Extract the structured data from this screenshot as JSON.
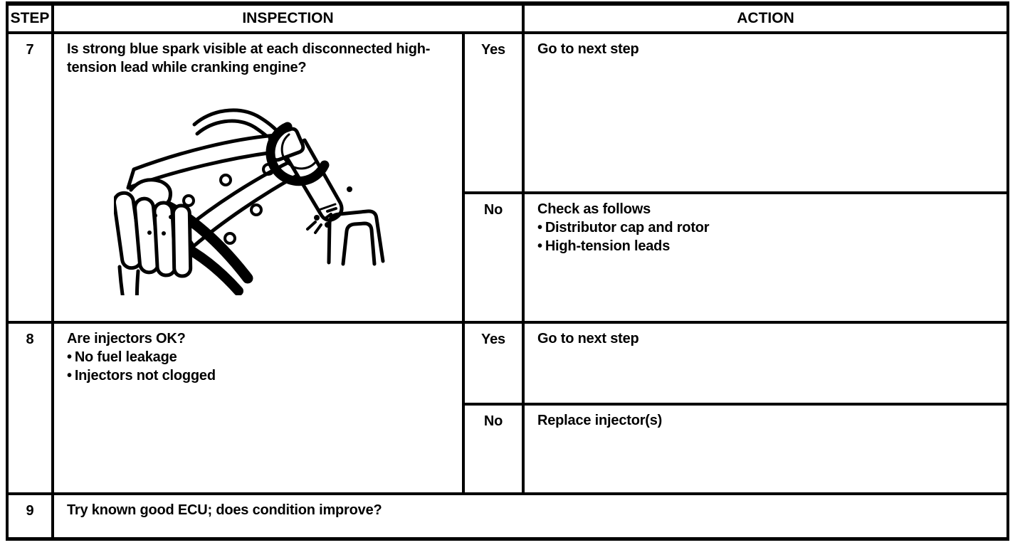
{
  "meta": {
    "bullet_char": "•"
  },
  "table": {
    "headers": {
      "step": "STEP",
      "inspection": "INSPECTION",
      "action": "ACTION"
    },
    "rows": [
      {
        "step": "7",
        "inspection": "Is strong blue spark visible at each disconnected high-tension lead while cranking engine?",
        "illustration": "hand holding insulated pliers gripping disconnected high-tension lead boot with spark jumping to spark plug while cranking",
        "branches": [
          {
            "answer": "Yes",
            "action": "Go to next step"
          },
          {
            "answer": "No",
            "action": "Check as follows",
            "bullets": [
              "Distributor cap and rotor",
              "High-tension leads"
            ]
          }
        ]
      },
      {
        "step": "8",
        "inspection": "Are injectors OK?",
        "bullets": [
          "No fuel leakage",
          "Injectors not clogged"
        ],
        "branches": [
          {
            "answer": "Yes",
            "action": "Go to next step"
          },
          {
            "answer": "No",
            "action": "Replace injector(s)"
          }
        ]
      },
      {
        "step": "9",
        "inspection": "Try known good ECU; does condition improve?"
      }
    ]
  },
  "colors": {
    "ink": "#000000",
    "paper": "#ffffff"
  }
}
